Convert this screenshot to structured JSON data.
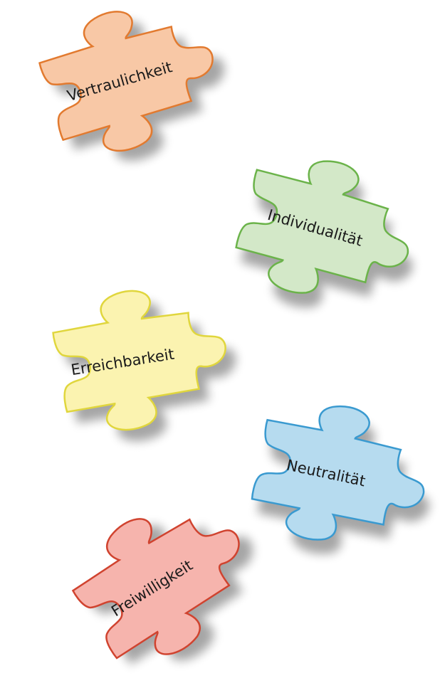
{
  "pieces": [
    {
      "label": "Vertraulichkeit",
      "fill": "#f8c8a6",
      "stroke": "#e27a2f"
    },
    {
      "label": "Individualität",
      "fill": "#d3e8c8",
      "stroke": "#6bb34a"
    },
    {
      "label": "Erreichbarkeit",
      "fill": "#fbf3b0",
      "stroke": "#e0d63d"
    },
    {
      "label": "Neutralität",
      "fill": "#b6dbef",
      "stroke": "#3a9ad0"
    },
    {
      "label": "Freiwilligkeit",
      "fill": "#f6b4ad",
      "stroke": "#d0432f"
    }
  ]
}
